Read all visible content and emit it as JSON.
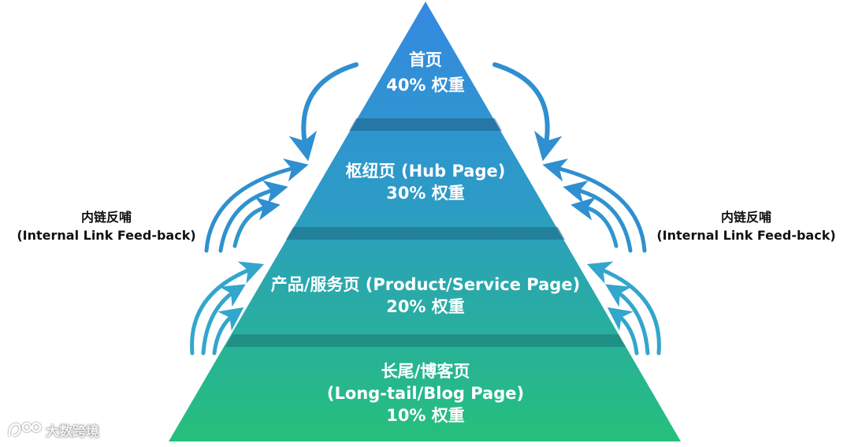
{
  "tiers": [
    {
      "lines": [
        "首页",
        "40% 权重"
      ],
      "color": "#3a8fd8"
    },
    {
      "lines": [
        "枢纽页 (Hub Page)",
        "30% 权重"
      ],
      "color": "#2c9ac9"
    },
    {
      "lines": [
        "产品/服务页 (Product/Service Page)",
        "20% 权重"
      ],
      "color": "#2aa7b0"
    },
    {
      "lines": [
        "长尾/博客页",
        "(Long-tail/Blog Page)",
        "10% 权重"
      ],
      "color": "#2cb98e"
    }
  ],
  "feedback_label": {
    "left": [
      "内链反哺",
      "(Internal Link Feed-back)"
    ],
    "right": [
      "内链反哺",
      "(Internal Link Feed-back)"
    ]
  },
  "watermark": {
    "text": "大数跨境",
    "icon": "logo-icon"
  },
  "colors": {
    "arrow": "#2f8fd0",
    "apex": "#3589e0",
    "base": "#25c07a",
    "divider": "#1f6a8a"
  }
}
